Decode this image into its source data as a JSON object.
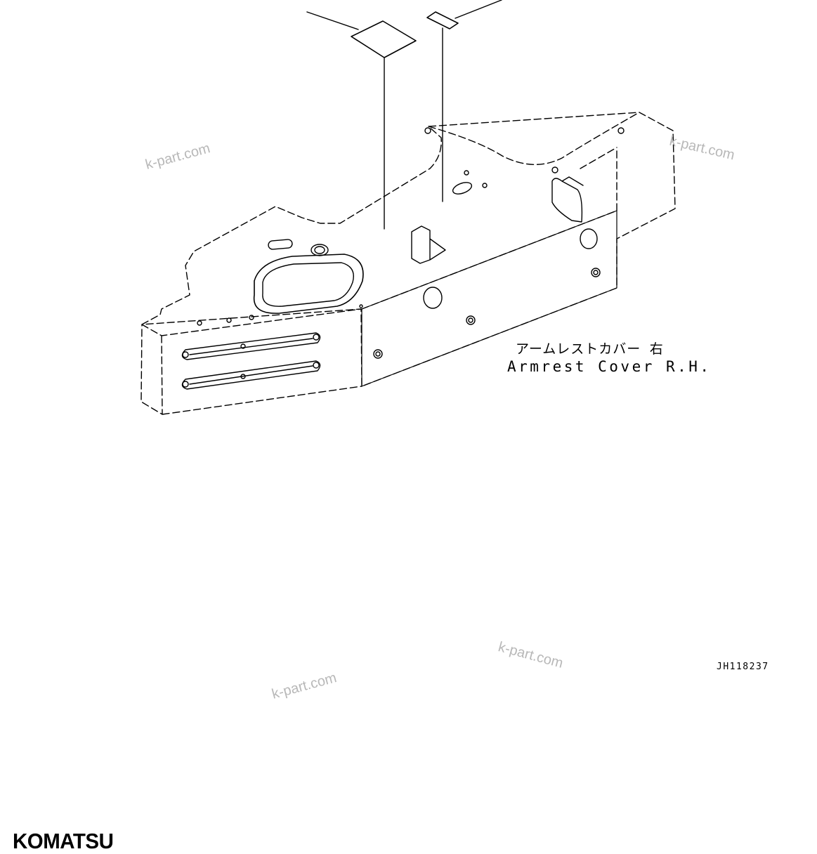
{
  "part_label": {
    "japanese": "アームレストカバー 右",
    "english": "Armrest Cover R.H."
  },
  "drawing_id": "JH118237",
  "watermarks": [
    "k-part.com",
    "k-part.com",
    "k-part.com",
    "k-part.com"
  ],
  "logo": "KOMATSU",
  "colors": {
    "line": "#000000",
    "watermark": "#b8b8b8",
    "background": "#ffffff"
  }
}
